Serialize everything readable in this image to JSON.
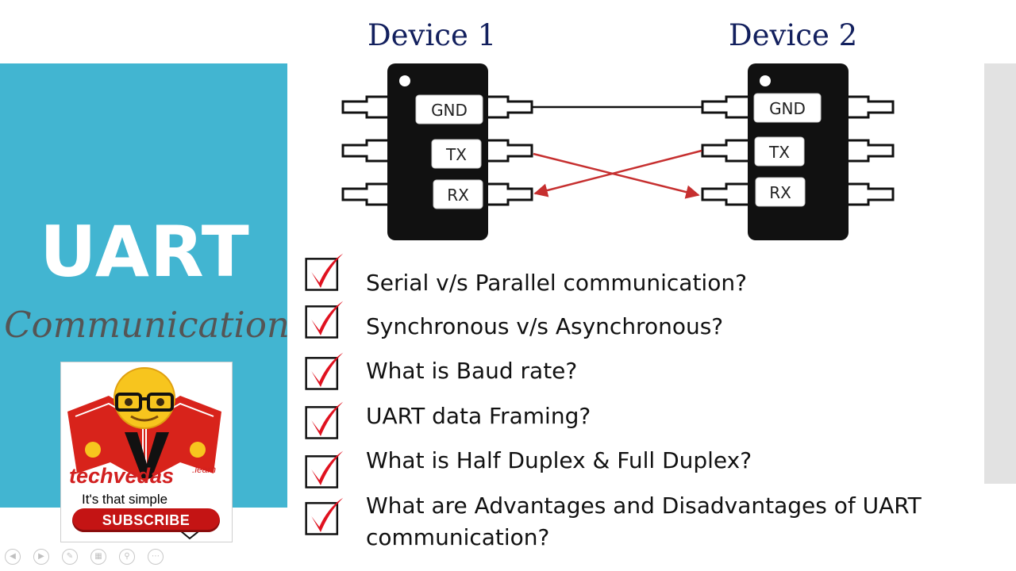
{
  "slide": {
    "title": "UART",
    "subtitle": "Communication"
  },
  "logo": {
    "brand": "techvedas",
    "brand_sup": ".learn",
    "tagline": "It's that simple",
    "subscribe_label": "SUBSCRIBE"
  },
  "diagram": {
    "device1": {
      "title": "Device 1",
      "pins": [
        "GND",
        "TX",
        "RX"
      ]
    },
    "device2": {
      "title": "Device 2",
      "pins": [
        "GND",
        "TX",
        "RX"
      ]
    },
    "colors": {
      "chip": "#111111",
      "gnd_wire": "#111111",
      "signal_wire": "#c62f2f"
    }
  },
  "checklist": [
    "Serial v/s Parallel communication?",
    "Synchronous v/s Asynchronous?",
    "What is Baud rate?",
    "UART data Framing?",
    "What is Half Duplex & Full Duplex?",
    "What are Advantages and Disadvantages of UART",
    "communication?"
  ],
  "controls": [
    "prev-icon",
    "next-icon",
    "pen-icon",
    "slides-icon",
    "zoom-icon",
    "more-icon"
  ],
  "theme": {
    "accent": "#42b5d1",
    "heading": "#13205e",
    "check": "#e0111f"
  }
}
